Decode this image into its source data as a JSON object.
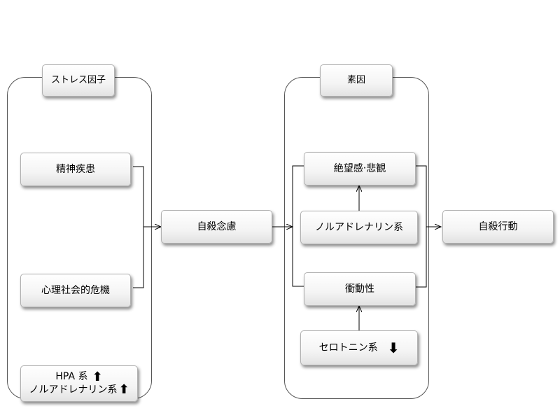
{
  "groups": {
    "stress": {
      "title": "ストレス因子"
    },
    "factors": {
      "title": "素因"
    }
  },
  "nodes": {
    "mental_illness": "精神疾患",
    "psychosocial_crisis": "心理社会的危機",
    "hpa_line1": "HPA 系",
    "hpa_line2": "ノルアドレナリン系",
    "suicidal_ideation": "自殺念慮",
    "hopelessness": "絶望感‧悲観",
    "noradrenaline": "ノルアドレナリン系",
    "impulsivity": "衝動性",
    "serotonin": "セロトニン系",
    "suicidal_behavior": "自殺行動"
  },
  "icons": {
    "up_arrow": "⬆",
    "down_arrow": "⬇"
  }
}
